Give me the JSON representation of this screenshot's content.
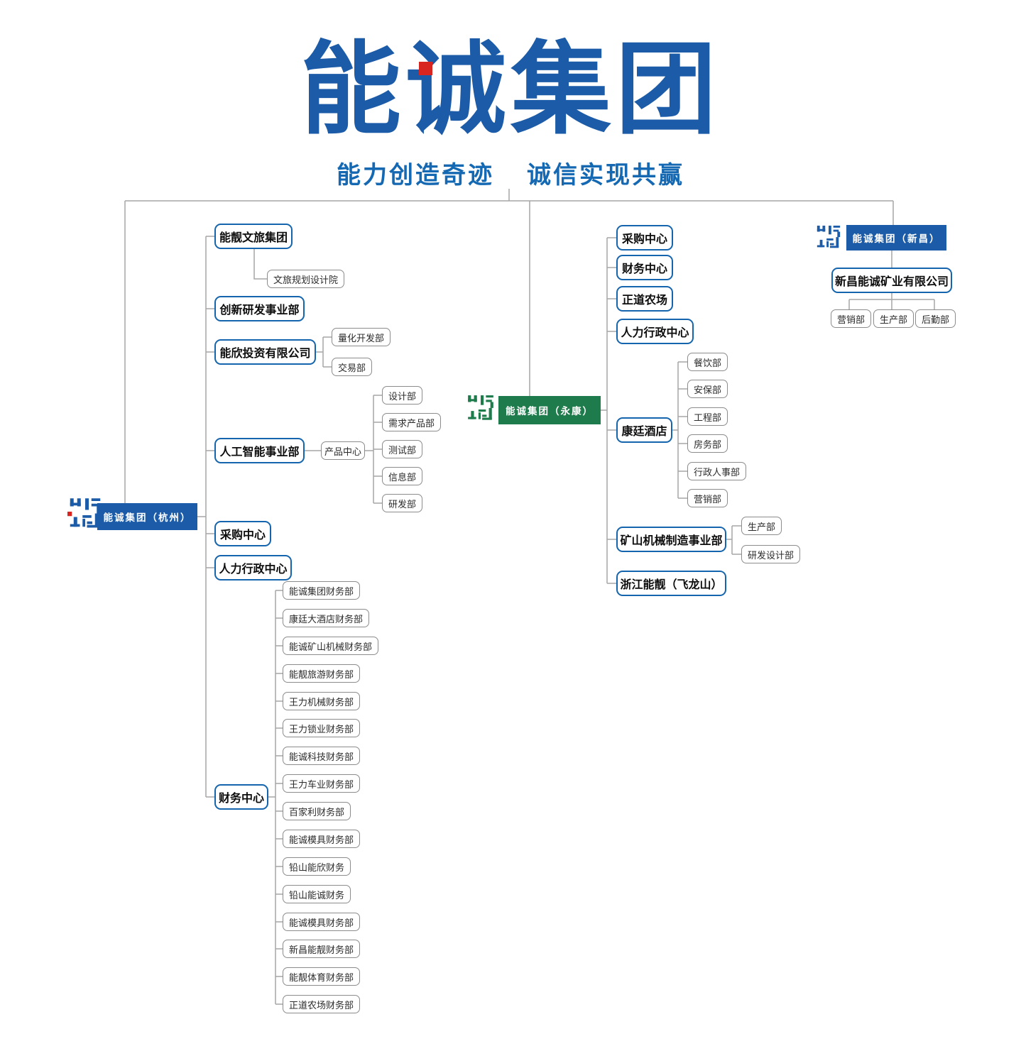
{
  "header": {
    "title": "能诚集团",
    "subtitle_left": "能力创造奇迹",
    "subtitle_right": "诚信实现共赢"
  },
  "colors": {
    "brand_blue": "#1c5ba7",
    "node_border_blue": "#1565ae",
    "green": "#1e7b4c",
    "accent_red": "#d9251f",
    "leaf_border_gray": "#8c8c8c",
    "line_gray": "#a6a6a6"
  },
  "hangzhou": {
    "root": "能诚集团（杭州）",
    "wenlv": "能靓文旅集团",
    "wenlv_child": "文旅规划设计院",
    "chuangxin": "创新研发事业部",
    "nengxin": "能欣投资有限公司",
    "nengxin_children": [
      "量化开发部",
      "交易部"
    ],
    "ai": "人工智能事业部",
    "product_center": "产品中心",
    "product_depts": [
      "设计部",
      "需求产品部",
      "测试部",
      "信息部",
      "研发部"
    ],
    "caigou": "采购中心",
    "renli": "人力行政中心",
    "caiwu": "财务中心",
    "finance_depts": [
      "能诚集团财务部",
      "康廷大酒店财务部",
      "能诚矿山机械财务部",
      "能靓旅游财务部",
      "王力机械财务部",
      "王力锁业财务部",
      "能诚科技财务部",
      "王力车业财务部",
      "百家利财务部",
      "能诚模具财务部",
      "铅山能欣财务",
      "铅山能诚财务",
      "能诚模具财务部",
      "新昌能靓财务部",
      "能靓体育财务部",
      "正道农场财务部"
    ]
  },
  "yongkang": {
    "root": "能诚集团（永康）",
    "caigou": "采购中心",
    "caiwu": "财务中心",
    "zhengdao": "正道农场",
    "renli": "人力行政中心",
    "hotel": "康廷酒店",
    "hotel_depts": [
      "餐饮部",
      "安保部",
      "工程部",
      "房务部",
      "行政人事部",
      "营销部"
    ],
    "mining": "矿山机械制造事业部",
    "mining_depts": [
      "生产部",
      "研发设计部"
    ],
    "zhejiang": "浙江能靓（飞龙山）"
  },
  "xinchang": {
    "root": "能诚集团（新昌）",
    "company": "新昌能诚矿业有限公司",
    "depts": [
      "营销部",
      "生产部",
      "后勤部"
    ]
  }
}
